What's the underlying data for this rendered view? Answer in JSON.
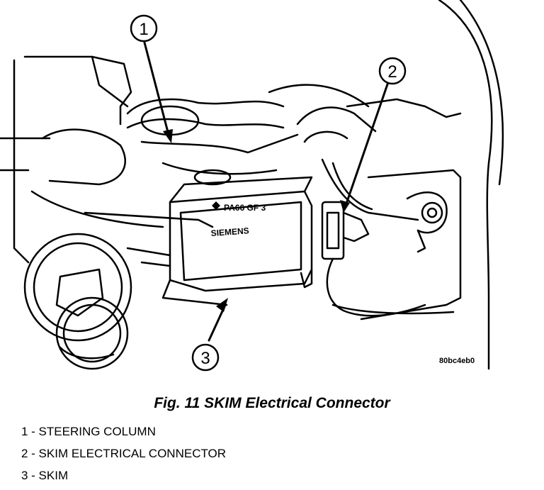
{
  "figure": {
    "callouts": [
      {
        "number": "1"
      },
      {
        "number": "2"
      },
      {
        "number": "3"
      }
    ],
    "part_text_brand": "SIEMENS",
    "part_text_code": "PA66 GF 3",
    "image_code": "80bc4eb0"
  },
  "caption": "Fig. 11 SKIM Electrical Connector",
  "legend": [
    {
      "text": "1 - STEERING COLUMN"
    },
    {
      "text": "2 - SKIM ELECTRICAL CONNECTOR"
    },
    {
      "text": "3 - SKIM"
    }
  ]
}
